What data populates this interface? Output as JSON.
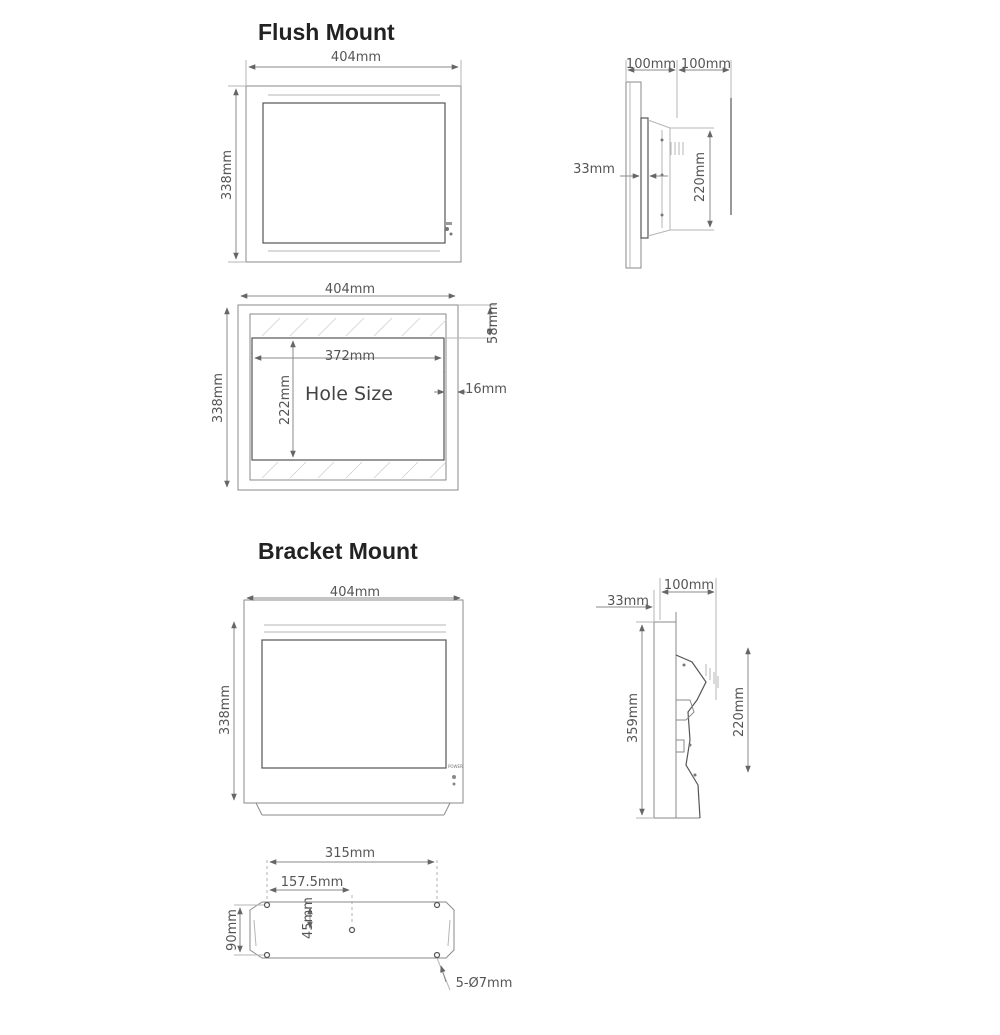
{
  "flush_mount": {
    "title": "Flush Mount",
    "front": {
      "width": "404mm",
      "height": "338mm"
    },
    "side": {
      "depth_a": "100mm",
      "depth_b": "100mm",
      "offset": "33mm",
      "bracket_height": "220mm"
    },
    "cutout": {
      "outer_width": "404mm",
      "outer_height": "338mm",
      "hole_width": "372mm",
      "hole_height": "222mm",
      "hole_label": "Hole Size",
      "top_margin": "58mm",
      "side_margin": "16mm"
    }
  },
  "bracket_mount": {
    "title": "Bracket Mount",
    "front": {
      "width": "404mm",
      "height": "338mm"
    },
    "side": {
      "offset": "33mm",
      "depth": "100mm",
      "total_height": "359mm",
      "bracket_height": "220mm"
    },
    "base": {
      "width": "315mm",
      "half_width": "157.5mm",
      "height": "90mm",
      "mid_height": "45mm",
      "holes": "5-Ø7mm"
    }
  }
}
